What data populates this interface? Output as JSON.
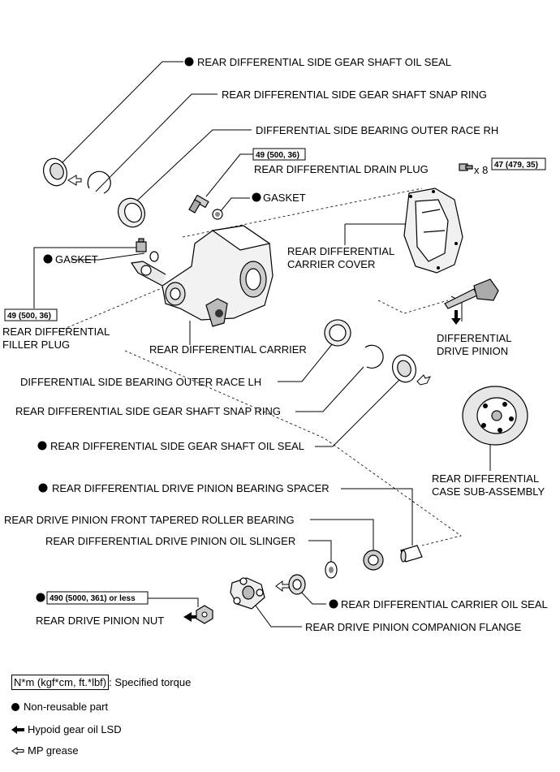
{
  "labels": {
    "side_gear_shaft_oil_seal_top": "REAR DIFFERENTIAL SIDE GEAR SHAFT OIL SEAL",
    "side_gear_shaft_snap_ring_top": "REAR DIFFERENTIAL SIDE GEAR SHAFT SNAP RING",
    "side_bearing_outer_race_rh": "DIFFERENTIAL SIDE BEARING OUTER RACE RH",
    "drain_plug_torque": "49 (500, 36)",
    "drain_plug": "REAR DIFFERENTIAL DRAIN PLUG",
    "cover_bolt_qty": "x 8",
    "cover_bolt_torque": "47 (479, 35)",
    "gasket_drain": "GASKET",
    "gasket_filler": "GASKET",
    "carrier_cover_line1": "REAR DIFFERENTIAL",
    "carrier_cover_line2": "CARRIER COVER",
    "filler_plug_torque": "49 (500, 36)",
    "filler_plug_line1": "REAR DIFFERENTIAL",
    "filler_plug_line2": "FILLER PLUG",
    "drive_pinion_line1": "DIFFERENTIAL",
    "drive_pinion_line2": "DRIVE PINION",
    "carrier": "REAR DIFFERENTIAL CARRIER",
    "side_bearing_outer_race_lh": "DIFFERENTIAL SIDE BEARING OUTER RACE LH",
    "side_gear_shaft_snap_ring_bottom": "REAR DIFFERENTIAL SIDE GEAR SHAFT SNAP RING",
    "side_gear_shaft_oil_seal_bottom": "REAR DIFFERENTIAL SIDE GEAR SHAFT OIL SEAL",
    "case_sub_assembly_line1": "REAR DIFFERENTIAL",
    "case_sub_assembly_line2": "CASE SUB-ASSEMBLY",
    "bearing_spacer": "REAR DIFFERENTIAL DRIVE PINION BEARING SPACER",
    "front_tapered_roller_bearing": "REAR DRIVE PINION FRONT TAPERED ROLLER BEARING",
    "oil_slinger": "REAR DIFFERENTIAL DRIVE PINION OIL SLINGER",
    "pinion_nut_torque": "490 (5000, 361) or less",
    "pinion_nut": "REAR DRIVE PINION NUT",
    "carrier_oil_seal": "REAR DIFFERENTIAL CARRIER OIL SEAL",
    "companion_flange": "REAR DRIVE PINION COMPANION FLANGE"
  },
  "legend": {
    "torque_box": "N*m (kgf*cm, ft.*lbf)",
    "torque_text": ": Specified torque",
    "non_reusable": "Non-reusable part",
    "hypoid_oil": "Hypoid gear oil LSD",
    "mp_grease": "MP grease"
  },
  "colors": {
    "line": "#000000",
    "background": "#ffffff"
  }
}
